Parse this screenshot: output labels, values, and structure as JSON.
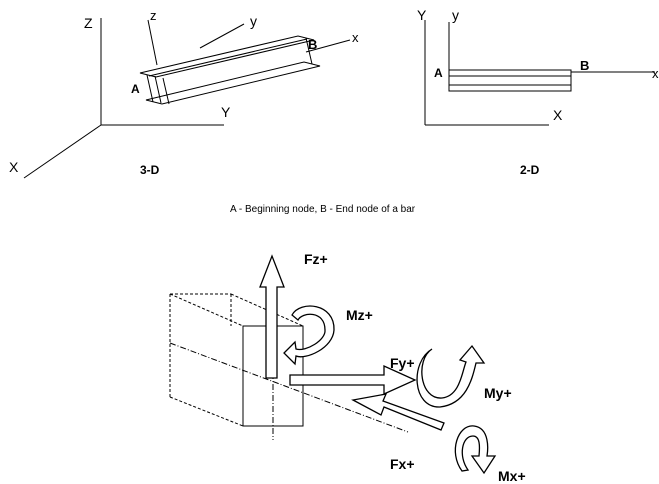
{
  "axes_3d": {
    "z_upper": "Z",
    "y_upper": "Y",
    "x_upper": "X",
    "z_local": "z",
    "y_local": "y",
    "x_local": "x",
    "node_a": "A",
    "node_b": "B",
    "caption": "3-D"
  },
  "axes_2d": {
    "y_upper": "Y",
    "y_local": "y",
    "x_upper": "X",
    "x_local": "x",
    "node_a": "A",
    "node_b": "B",
    "caption": "2-D"
  },
  "legend": "A - Beginning node, B - End node of a bar",
  "forces": {
    "fz": "Fz+",
    "mz": "Mz+",
    "fy": "Fy+",
    "my": "My+",
    "fx": "Fx+",
    "mx": "Mx+"
  }
}
